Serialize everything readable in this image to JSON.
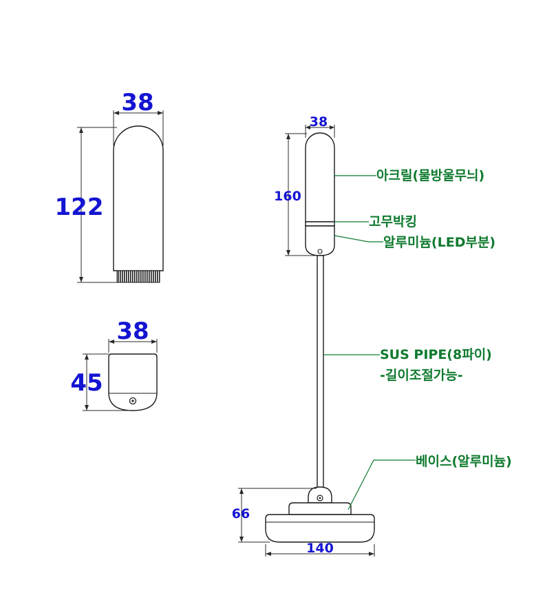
{
  "colors": {
    "dimension_text": "#1414d2",
    "callout_text": "#0f7a2e",
    "line": "#1a1a1a"
  },
  "dimensions": {
    "cap_width": "38",
    "cap_height": "122",
    "base_width": "38",
    "base_height": "45",
    "assembly_width": "38",
    "assembly_height": "160",
    "foot_height": "66",
    "foot_width": "140"
  },
  "callouts": {
    "acrylic": "아크릴(물방울무늬)",
    "rubber_packing": "고무박킹",
    "aluminum_led": "알루미늄(LED부분)",
    "sus_pipe": "SUS PIPE(8파이)",
    "length_adjust": "-길이조절가능-",
    "base": "베이스(알루미늄)"
  }
}
